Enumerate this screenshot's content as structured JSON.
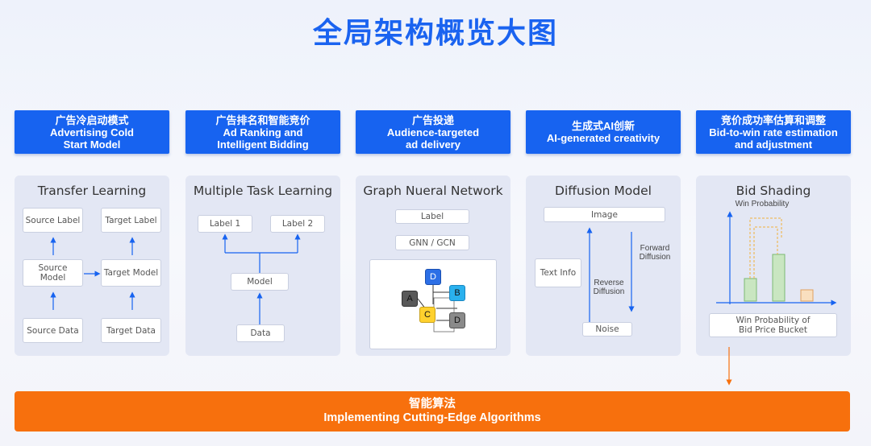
{
  "title": "全局架构概览大图",
  "headers": [
    {
      "zh": "广告冷启动模式",
      "en1": "Advertising Cold",
      "en2": "Start Model"
    },
    {
      "zh": "广告排名和智能竞价",
      "en1": "Ad Ranking and",
      "en2": "Intelligent Bidding"
    },
    {
      "zh": "广告投递",
      "en1": "Audience-targeted",
      "en2": "ad delivery"
    },
    {
      "zh": "生成式AI创新",
      "en1": "AI-generated creativity",
      "en2": ""
    },
    {
      "zh": "竞价成功率估算和调整",
      "en1": "Bid-to-win rate estimation",
      "en2": "and adjustment"
    }
  ],
  "transfer": {
    "title": "Transfer Learning",
    "source_label": "Source Label",
    "target_label": "Target Label",
    "source_model": "Source\nModel",
    "target_model": "Target Model",
    "source_data": "Source Data",
    "target_data": "Target Data"
  },
  "multitask": {
    "title": "Multiple Task Learning",
    "label1": "Label 1",
    "label2": "Label 2",
    "model": "Model",
    "data": "Data"
  },
  "graph": {
    "title": "Graph Nueral Network",
    "label": "Label",
    "gnn": "GNN / GCN",
    "nodes": [
      "D",
      "B",
      "A",
      "C",
      "D"
    ]
  },
  "diffusion": {
    "title": "Diffusion Model",
    "image": "Image",
    "text_info": "Text Info",
    "forward": "Forward\nDiffusion",
    "reverse": "Reverse\nDiffusion",
    "noise": "Noise"
  },
  "bid": {
    "title": "Bid Shading",
    "ylabel": "Win Probability",
    "xlabel": "Win Probability of\nBid Price Bucket"
  },
  "colors": {
    "accent": "#1763f0",
    "footer": "#f7700d",
    "bar_green": "#c9e6c1",
    "bar_orange": "#f9dfbf"
  },
  "footer": {
    "zh": "智能算法",
    "en": "Implementing Cutting-Edge Algorithms"
  }
}
